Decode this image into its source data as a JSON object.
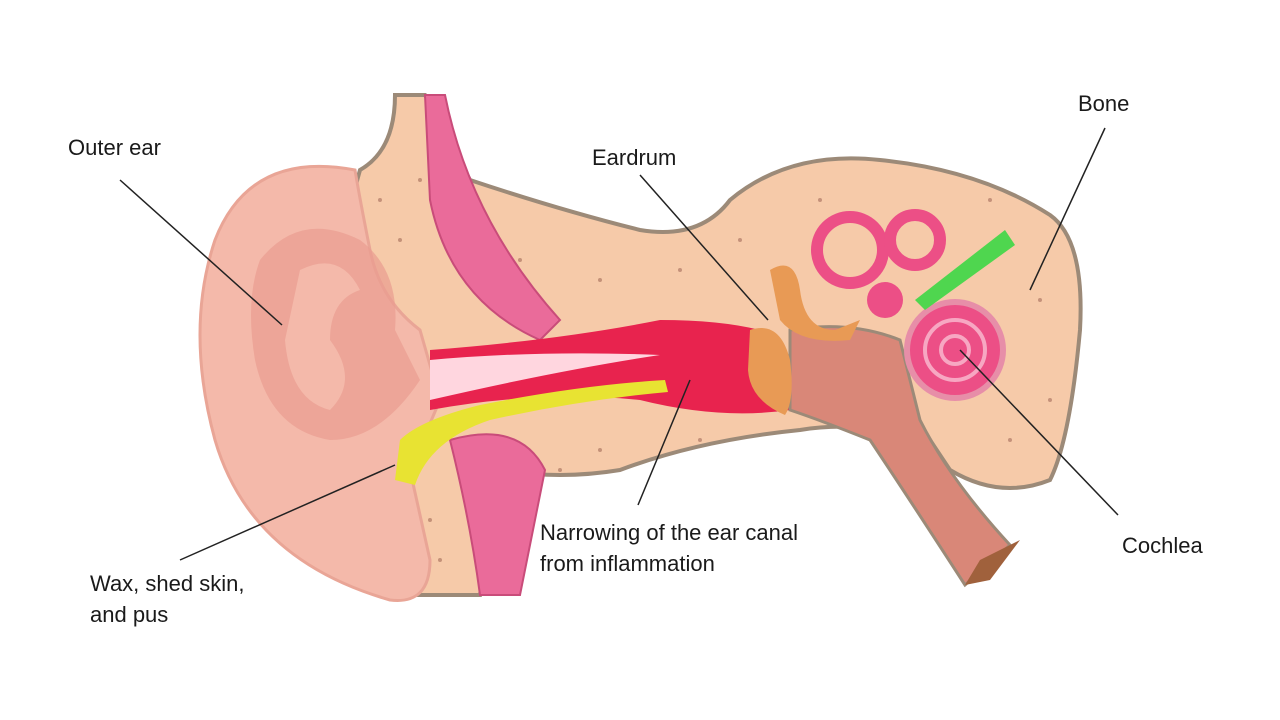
{
  "diagram": {
    "labels": {
      "outer_ear": "Outer ear",
      "eardrum": "Eardrum",
      "bone": "Bone",
      "cochlea": "Cochlea",
      "narrowing_line1": "Narrowing of the ear canal",
      "narrowing_line2": "from inflammation",
      "wax_line1": "Wax, shed skin,",
      "wax_line2": "and pus"
    },
    "colors": {
      "bone": "#f6caa9",
      "outline": "#9c8a78",
      "outer_ear": "#f4b9aa",
      "canal": "#e8234e",
      "muscle": "#ea6b9a",
      "wax": "#e8e332",
      "eardrum": "#e89a55",
      "inner_ear": "#ec4f86",
      "nerve": "#4fd64f",
      "tube": "#d98778"
    }
  }
}
